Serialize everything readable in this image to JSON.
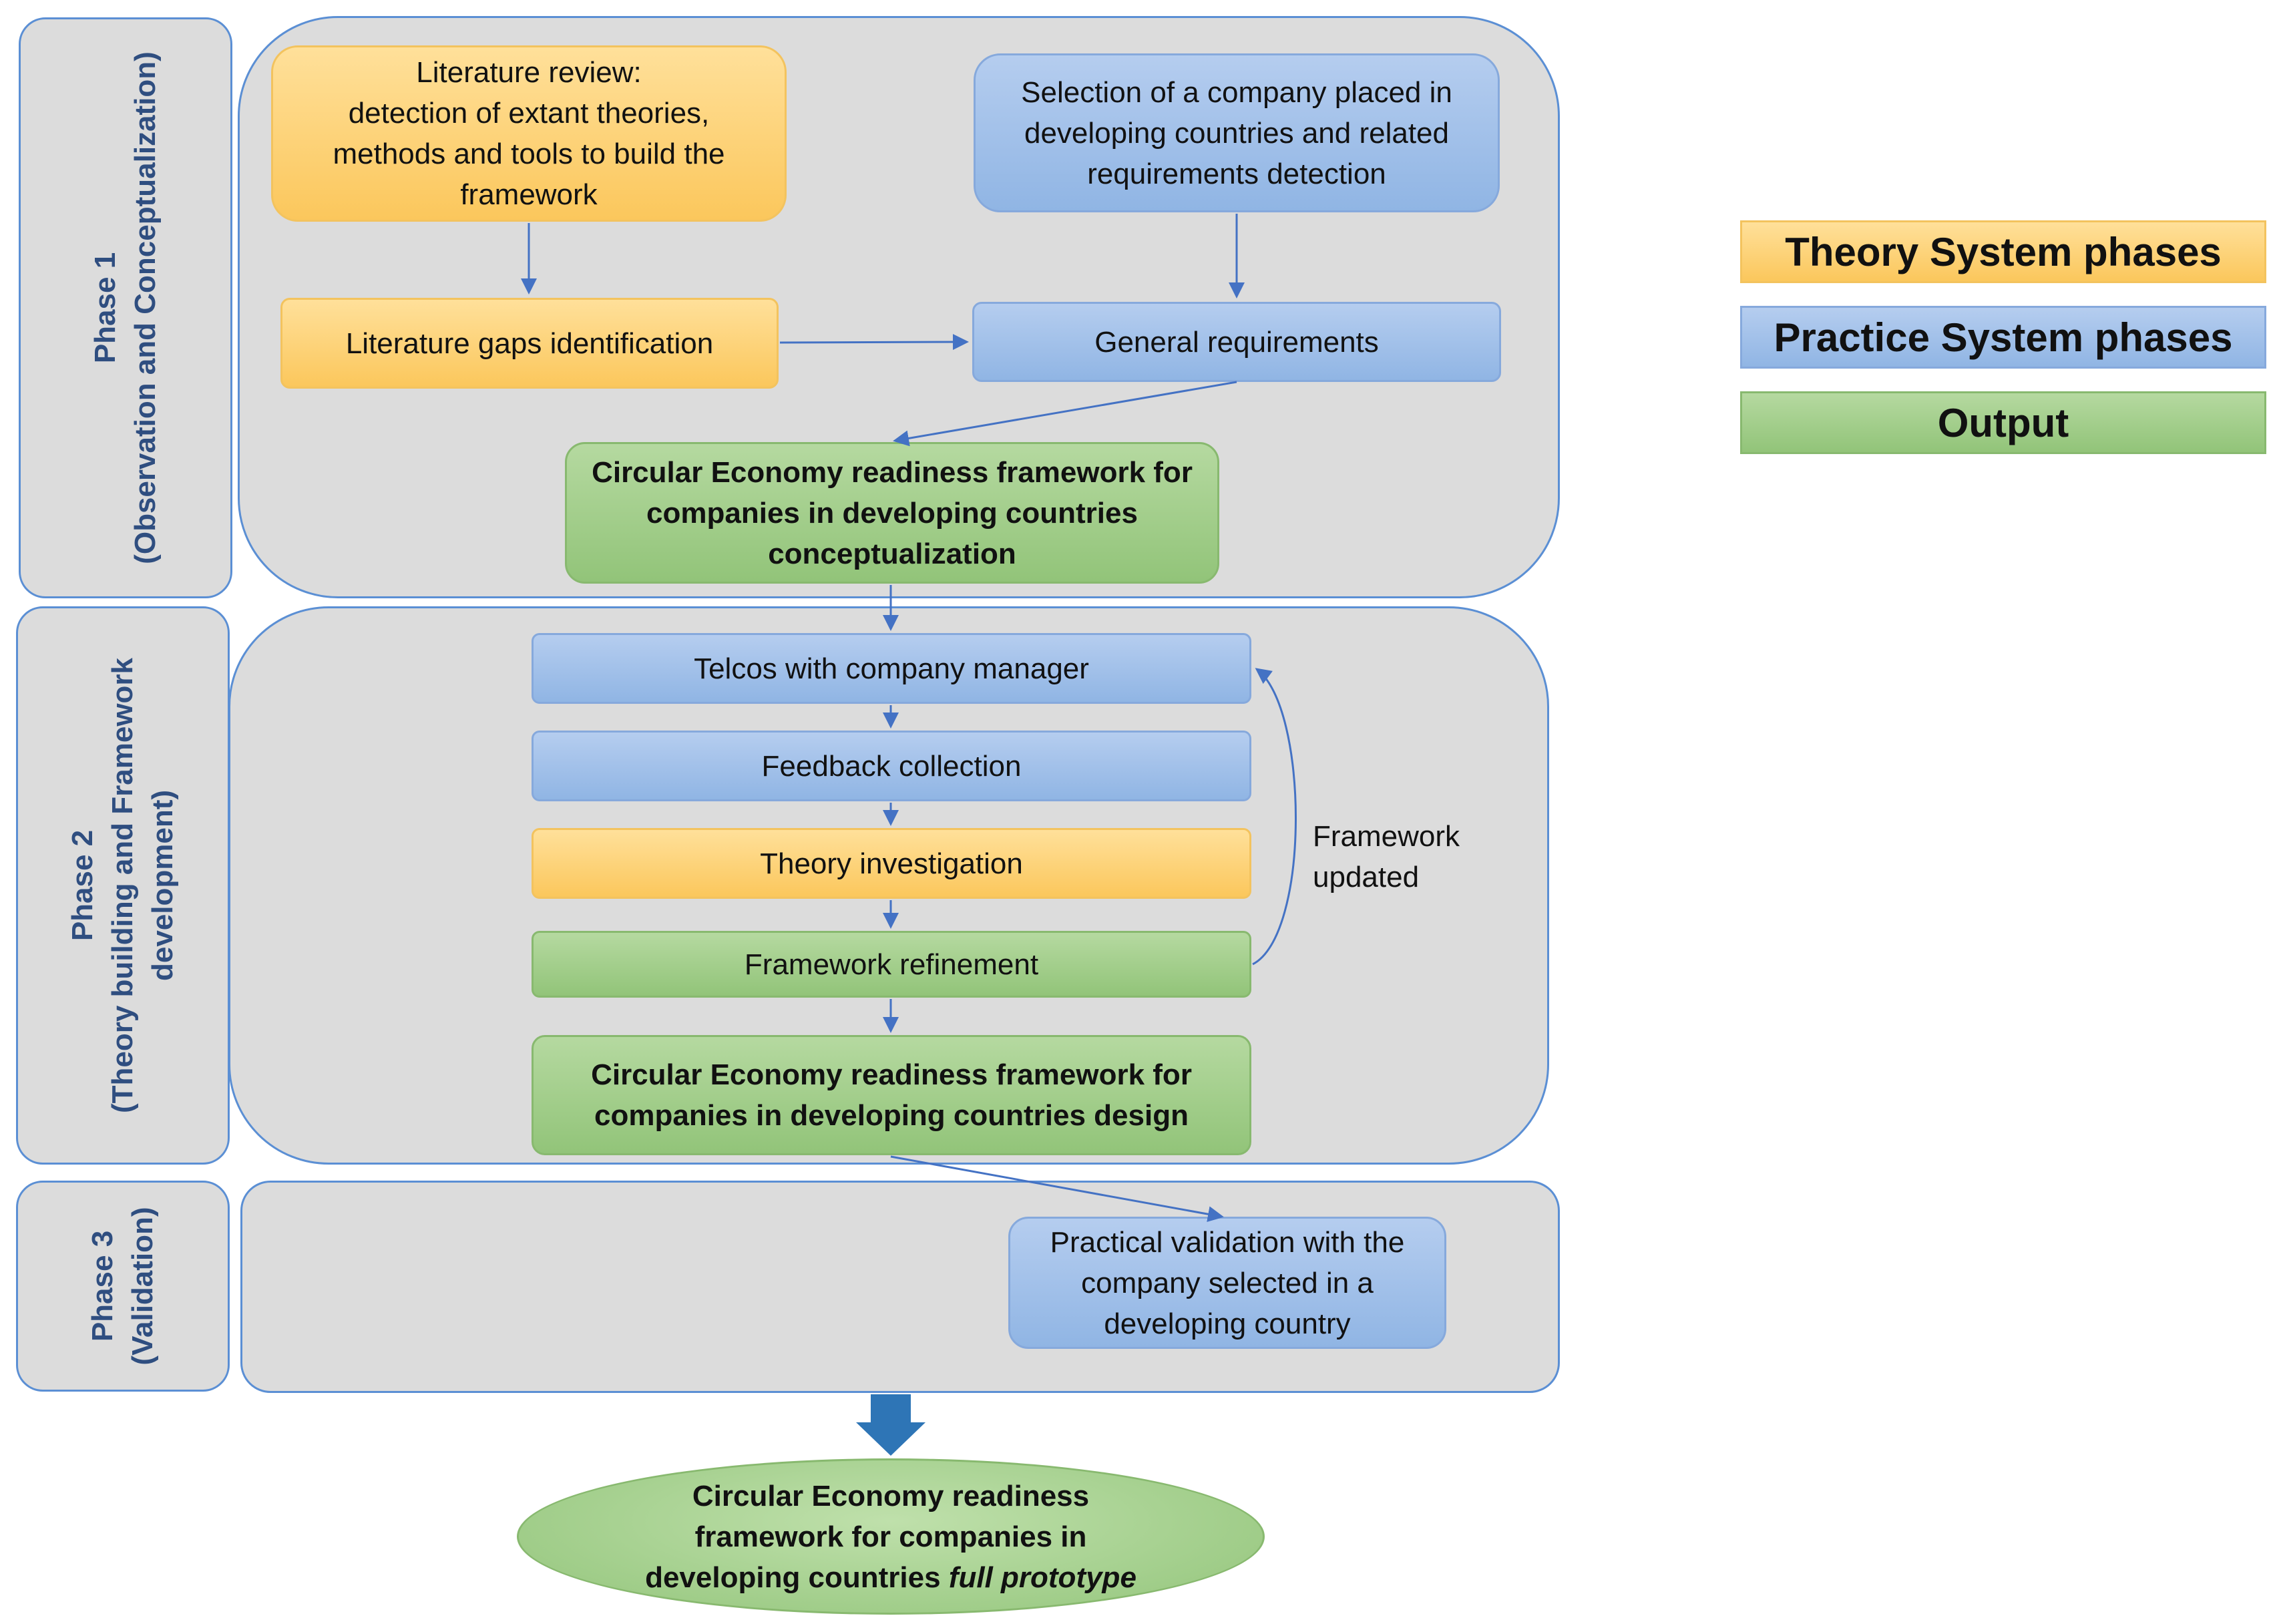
{
  "phases": [
    {
      "title": "Phase 1",
      "subtitle": "(Observation and Conceptualization)"
    },
    {
      "title": "Phase 2",
      "subtitle": "(Theory building and Framework",
      "subtitle2": "development)"
    },
    {
      "title": "Phase 3",
      "subtitle": "(Validation)"
    }
  ],
  "boxes": {
    "lit_review": "Literature review:\ndetection of extant theories,\nmethods and tools to build the\nframework",
    "company_selection": "Selection of a company placed in\ndeveloping countries and related\nrequirements detection",
    "lit_gaps": "Literature gaps identification",
    "general_req": "General requirements",
    "concept_output": "Circular Economy readiness framework for\ncompanies in developing countries\nconceptualization",
    "telcos": "Telcos with company manager",
    "feedback": "Feedback collection",
    "theory_inv": "Theory investigation",
    "refinement": "Framework refinement",
    "design_output": "Circular Economy readiness framework for\ncompanies in developing countries design",
    "validation": "Practical validation with the\ncompany selected in a\ndeveloping country"
  },
  "loop_note": "Framework\nupdated",
  "final_output": {
    "line1": "Circular Economy readiness",
    "line2": "framework for companies in",
    "line3_plain": "developing countries ",
    "line3_italic": "full prototype"
  },
  "legend": {
    "theory": "Theory System phases",
    "practice": "Practice System phases",
    "output": "Output"
  },
  "colors": {
    "theory": "#fbc75c",
    "practice": "#90b5e4",
    "output": "#92c479",
    "arrow": "#4472c4",
    "big_arrow": "#2e75b6"
  }
}
